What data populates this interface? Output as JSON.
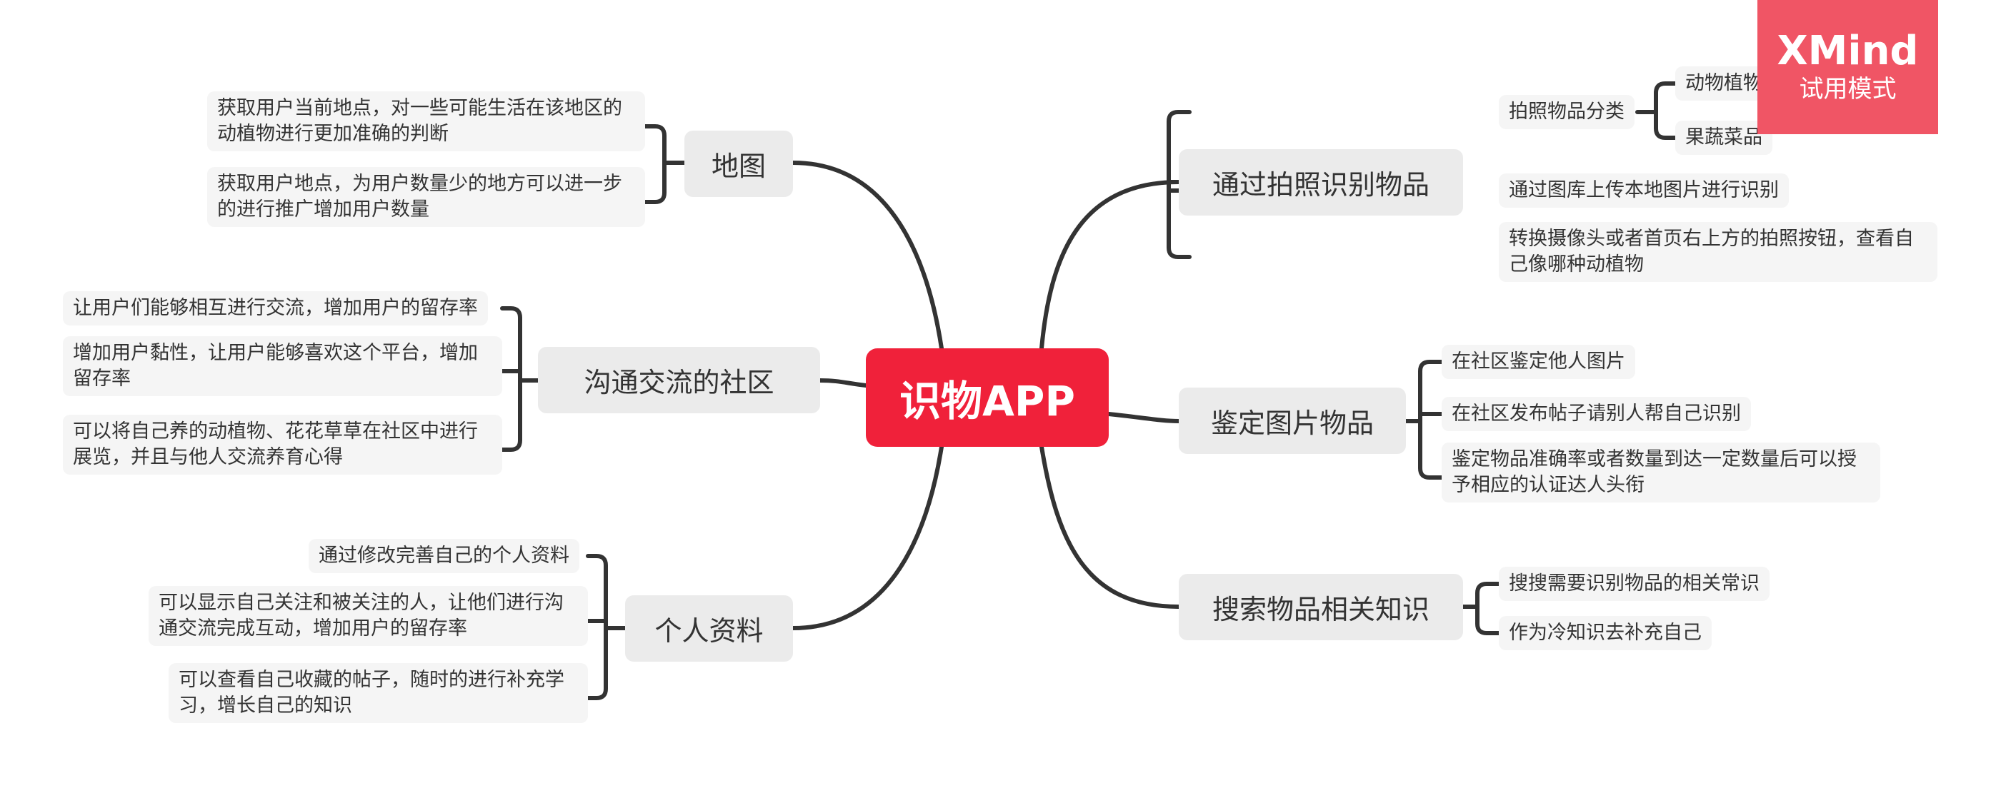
{
  "central": "识物APP",
  "branches": {
    "photo": {
      "title": "通过拍照识别物品",
      "items": [
        "拍照物品分类",
        "通过图库上传本地图片进行识别",
        "转换摄像头或者首页右上方的拍照按钮，查看自己像哪种动植物"
      ],
      "sub_items": [
        "动物植物",
        "果蔬菜品"
      ]
    },
    "identify": {
      "title": "鉴定图片物品",
      "items": [
        "在社区鉴定他人图片",
        "在社区发布帖子请别人帮自己识别",
        "鉴定物品准确率或者数量到达一定数量后可以授予相应的认证达人头衔"
      ]
    },
    "search": {
      "title": "搜索物品相关知识",
      "items": [
        "搜搜需要识别物品的相关常识",
        "作为冷知识去补充自己"
      ]
    },
    "map": {
      "title": "地图",
      "items": [
        "获取用户当前地点，对一些可能生活在该地区的动植物进行更加准确的判断",
        "获取用户地点，为用户数量少的地方可以进一步的进行推广增加用户数量"
      ]
    },
    "community": {
      "title": "沟通交流的社区",
      "items": [
        "让用户们能够相互进行交流，增加用户的留存率",
        "增加用户黏性，让用户能够喜欢这个平台，增加留存率",
        "可以将自己养的动植物、花花草草在社区中进行展览，并且与他人交流养育心得"
      ]
    },
    "profile": {
      "title": "个人资料",
      "items": [
        "通过修改完善自己的个人资料",
        "可以显示自己关注和被关注的人，让他们进行沟通交流完成互动，增加用户的留存率",
        "可以查看自己收藏的帖子，随时的进行补充学习，增长自己的知识"
      ]
    }
  },
  "watermark": {
    "brand": "XMind",
    "label": "试用模式"
  },
  "colors": {
    "central": "#f0213a",
    "main_node": "#ebebeb",
    "sub_node": "#f5f5f5",
    "line": "#333333",
    "watermark": "#f05565"
  }
}
